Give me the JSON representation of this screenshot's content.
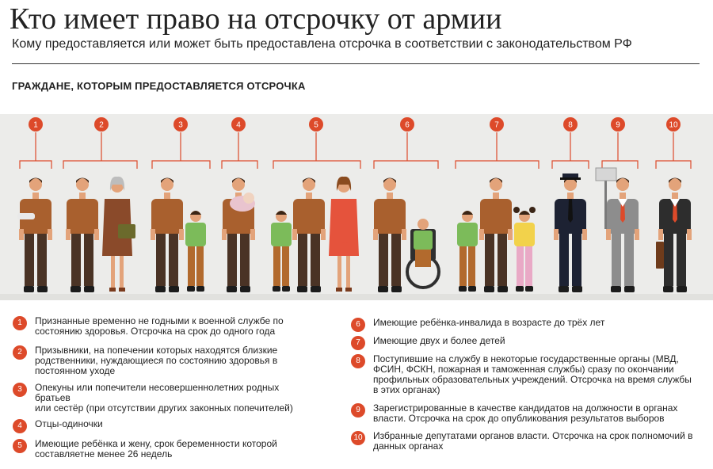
{
  "header": {
    "title": "Кто имеет право на отсрочку от армии",
    "subtitle": "Кому предоставляется или может быть предоставлена отсрочка в соответствии с законодательством РФ",
    "section": "ГРАЖДАНЕ, КОТОРЫМ ПРЕДОСТАВЛЯЕТСЯ ОТСРОЧКА"
  },
  "colors": {
    "accent": "#dd4a2a",
    "band": "#ececea",
    "shirt": "#a9602e",
    "trousers": "#4a3325",
    "skin": "#e3a37a",
    "child_shirt": "#7cbb5a",
    "dress_red": "#e5533c",
    "suit_dark": "#2d2d2d",
    "suit_grey": "#8d8d8d",
    "police": "#1d2233"
  },
  "groups": [
    {
      "num": "1"
    },
    {
      "num": "2"
    },
    {
      "num": "3"
    },
    {
      "num": "4"
    },
    {
      "num": "5"
    },
    {
      "num": "6"
    },
    {
      "num": "7"
    },
    {
      "num": "8"
    },
    {
      "num": "9"
    },
    {
      "num": "10"
    }
  ],
  "legend": {
    "left": [
      {
        "num": "1",
        "lines": [
          "Признанные временно не годными к военной службе по",
          "состоянию здоровья. Отсрочка на срок до одного года"
        ]
      },
      {
        "num": "2",
        "lines": [
          "Призывники, на попечении которых находятся близкие",
          "родственники, нуждающиеся по состоянию здоровья в",
          "постоянном уходе"
        ]
      },
      {
        "num": "3",
        "lines": [
          "Опекуны или попечители несовершеннолетних родных",
          "братьев",
          "или сестёр (при отсутствии других законных попечителей)"
        ]
      },
      {
        "num": "4",
        "lines": [
          "Отцы-одиночки"
        ]
      },
      {
        "num": "5",
        "lines": [
          "Имеющие ребёнка и жену, срок беременности которой",
          "составляетне менее 26 недель"
        ]
      }
    ],
    "right": [
      {
        "num": "6",
        "lines": [
          "Имеющие ребёнка-инвалида в возрасте до трёх лет"
        ]
      },
      {
        "num": "7",
        "lines": [
          "Имеющие двух и более детей"
        ]
      },
      {
        "num": "8",
        "lines": [
          "Поступившие на службу в некоторые государственные органы (МВД,",
          "ФСИН, ФСКН, пожарная и таможенная службы) сразу по окончании",
          "профильных образовательных учреждений. Отсрочка на время службы",
          "в этих органах)"
        ]
      },
      {
        "num": "9",
        "lines": [
          "Зарегистрированные в качестве кандидатов на должности в органах",
          "власти. Отсрочка на срок до опубликования результатов выборов"
        ]
      },
      {
        "num": "10",
        "lines": [
          "Избранные депутатами органов власти. Отсрочка на срок полномочий в",
          "данных органах"
        ]
      }
    ]
  }
}
